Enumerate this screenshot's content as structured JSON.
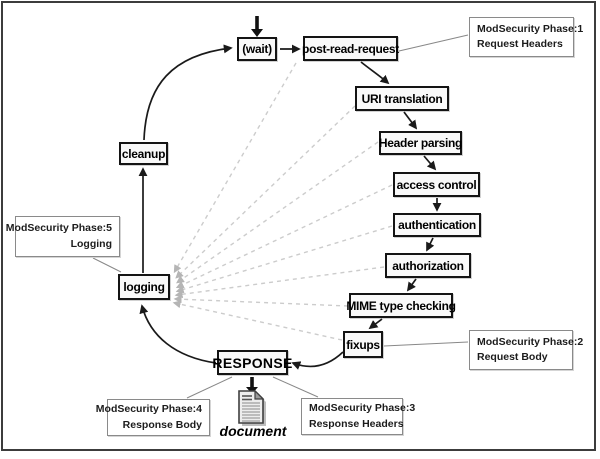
{
  "stages": {
    "wait": "(wait)",
    "post_read_request": "post-read-request",
    "uri_translation": "URI translation",
    "header_parsing": "Header parsing",
    "access_control": "access control",
    "authentication": "authentication",
    "authorization": "authorization",
    "mime_type_checking": "MIME type checking",
    "fixups": "fixups",
    "response": "RESPONSE",
    "logging": "logging",
    "cleanup": "cleanup"
  },
  "phase_callouts": [
    {
      "line1": "ModSecurity Phase:1",
      "line2": "Request Headers",
      "align": "left"
    },
    {
      "line1": "ModSecurity Phase:2",
      "line2": "Request Body",
      "align": "left"
    },
    {
      "line1": "ModSecurity Phase:3",
      "line2": "Response Headers",
      "align": "left"
    },
    {
      "line1": "ModSecurity Phase:4",
      "line2": "Response Body",
      "align": "right"
    },
    {
      "line1": "ModSecurity Phase:5",
      "line2": "Logging",
      "align": "right"
    }
  ],
  "document_label": "document",
  "icons": {
    "document": "page-with-folded-corner"
  },
  "colors": {
    "solid_arrow": "#1a1a1a",
    "dashed_arrow": "#cccccc",
    "dashed_arrowhead": "#b5b5b5",
    "callout_line": "#888888",
    "stage_border": "#141414",
    "stage_fill": "#f9f9f9",
    "callout_border": "#8a8a8a",
    "frame_border": "#3c3c3c"
  }
}
